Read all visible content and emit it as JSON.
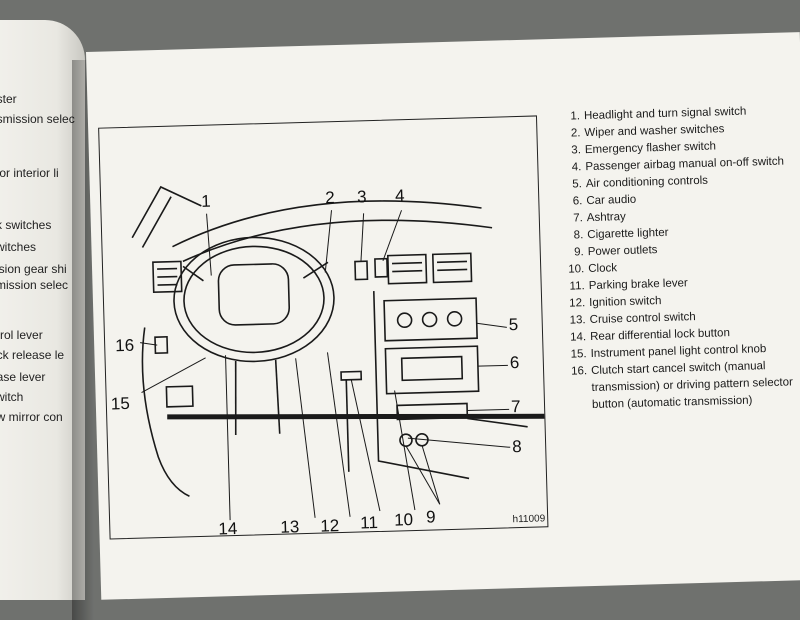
{
  "left_page": {
    "lines": [
      "uster",
      "nsmission selec",
      "s or interior li",
      "ck switches",
      "switches",
      "ission gear shi",
      "smission selec",
      "ntrol lever",
      "ock release le",
      "ease lever",
      "switch",
      "ew mirror con"
    ]
  },
  "figure": {
    "code": "h11009",
    "callouts": [
      "1",
      "2",
      "3",
      "4",
      "5",
      "6",
      "7",
      "8",
      "9",
      "10",
      "11",
      "12",
      "13",
      "14",
      "15",
      "16"
    ]
  },
  "legend": {
    "items": [
      {
        "num": "1.",
        "label": "Headlight and turn signal switch"
      },
      {
        "num": "2.",
        "label": "Wiper and washer switches"
      },
      {
        "num": "3.",
        "label": "Emergency flasher switch"
      },
      {
        "num": "4.",
        "label": "Passenger airbag manual on-off switch"
      },
      {
        "num": "5.",
        "label": "Air conditioning controls"
      },
      {
        "num": "6.",
        "label": "Car audio"
      },
      {
        "num": "7.",
        "label": "Ashtray"
      },
      {
        "num": "8.",
        "label": "Cigarette lighter"
      },
      {
        "num": "9.",
        "label": "Power outlets"
      },
      {
        "num": "10.",
        "label": "Clock"
      },
      {
        "num": "11.",
        "label": "Parking brake lever"
      },
      {
        "num": "12.",
        "label": "Ignition switch"
      },
      {
        "num": "13.",
        "label": "Cruise control switch"
      },
      {
        "num": "14.",
        "label": "Rear differential lock button"
      },
      {
        "num": "15.",
        "label": "Instrument panel light control knob"
      },
      {
        "num": "16.",
        "label": "Clutch start cancel switch (manual transmission) or driving pattern selector button (automatic transmission)"
      }
    ]
  }
}
